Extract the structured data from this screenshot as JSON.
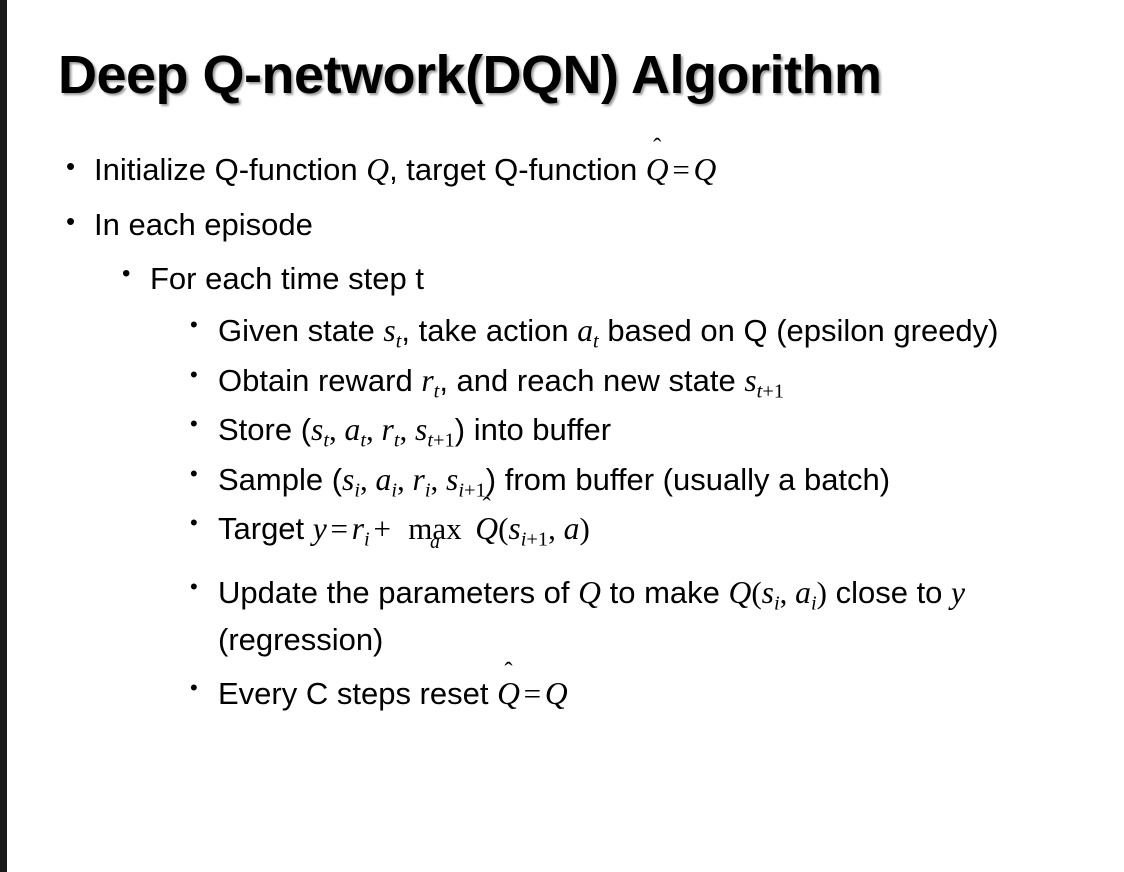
{
  "slide": {
    "title": "Deep Q-network(DQN) Algorithm",
    "background_color": "#ffffff",
    "text_color": "#000000",
    "left_strip_color": "#1a1a1a",
    "bullet_glyph": "•"
  },
  "bullets": {
    "initialize": {
      "pre": "Initialize Q-function ",
      "var_q1": "Q",
      "mid": ", target Q-function ",
      "hat_q": "Q",
      "hat_mark": "̂",
      "equals": "=",
      "var_q2": "Q"
    },
    "in_each_episode": "In each episode",
    "for_each_time_step": "For each time step t",
    "given_state": {
      "p1": "Given state ",
      "s": "s",
      "s_sub": "t",
      "p2": ", take action ",
      "a": "a",
      "a_sub": "t",
      "p3": " based on Q (epsilon greedy)"
    },
    "obtain_reward": {
      "p1": "Obtain reward ",
      "r": "r",
      "r_sub": "t",
      "p2": ", and reach new state ",
      "s": "s",
      "s_sub_var": "t",
      "s_sub_rest": "+1"
    },
    "store": {
      "p1": "Store (",
      "s1": "s",
      "s1_sub": "t",
      "c1": ", ",
      "a1": "a",
      "a1_sub": "t",
      "c2": ", ",
      "r1": "r",
      "r1_sub": "t",
      "c3": ", ",
      "s2": "s",
      "s2_sub_var": "t",
      "s2_sub_rest": "+1",
      "p2": ") into buffer"
    },
    "sample": {
      "p1": "Sample (",
      "s1": "s",
      "s1_sub": "i",
      "c1": ", ",
      "a1": "a",
      "a1_sub": "i",
      "c2": ", ",
      "r1": "r",
      "r1_sub": "i",
      "c3": ", ",
      "s2": "s",
      "s2_sub_var": "i",
      "s2_sub_rest": "+1",
      "p2": ") from buffer (usually a batch)"
    },
    "target": {
      "p1": "Target ",
      "y": "y",
      "eq": "=",
      "r": "r",
      "r_sub": "i",
      "plus": "+",
      "max": "max",
      "max_sub": "a",
      "qhat": "Q",
      "hat_mark": "̂",
      "open": "(",
      "s": "s",
      "s_sub_var": "i",
      "s_sub_rest": "+1",
      "comma": ", ",
      "a": "a",
      "close": ")"
    },
    "update": {
      "p1": "Update the parameters of ",
      "q1": "Q",
      "p2": " to make ",
      "q2": "Q",
      "open": "(",
      "s": "s",
      "s_sub": "i",
      "comma": ", ",
      "a": "a",
      "a_sub": "i",
      "close": ")",
      "p3": " close to ",
      "y": "y",
      "p4": " (regression)"
    },
    "every_c": {
      "p1": "Every C steps reset ",
      "qhat": "Q",
      "hat_mark": "̂",
      "eq": "=",
      "q": "Q"
    }
  }
}
